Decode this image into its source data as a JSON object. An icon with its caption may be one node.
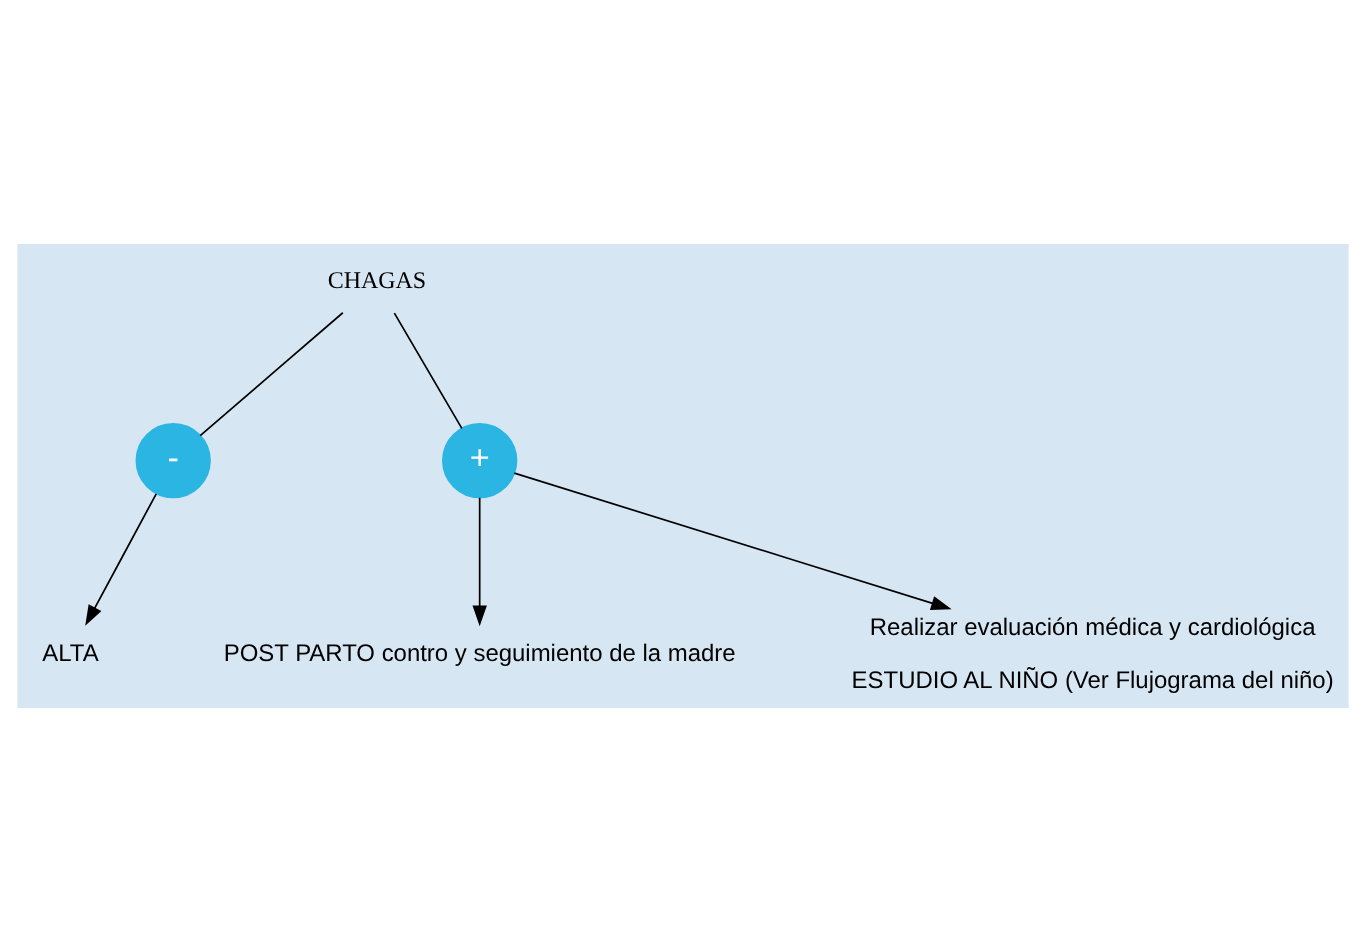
{
  "diagram": {
    "nodes": [
      {
        "text": [
          "CHAGAS"
        ]
      },
      {
        "text": [
          "-"
        ]
      },
      {
        "text": [
          "+"
        ]
      },
      {
        "text": [
          "ALTA"
        ]
      },
      {
        "text": [
          "POST PARTO contro y seguimiento de la madre"
        ]
      },
      {
        "text": [
          "Realizar evaluación médica y cardiológica",
          "ESTUDIO AL NIÑO (Ver Flujograma del niño)"
        ]
      }
    ],
    "edges": [
      {
        "from": 0,
        "to": 1,
        "arrow": "none"
      },
      {
        "from": 0,
        "to": 2,
        "arrow": "none"
      },
      {
        "from": 1,
        "to": 3,
        "arrow": "to"
      },
      {
        "from": 2,
        "to": 4,
        "arrow": "to"
      },
      {
        "from": 2,
        "to": 5,
        "arrow": "to"
      }
    ]
  }
}
